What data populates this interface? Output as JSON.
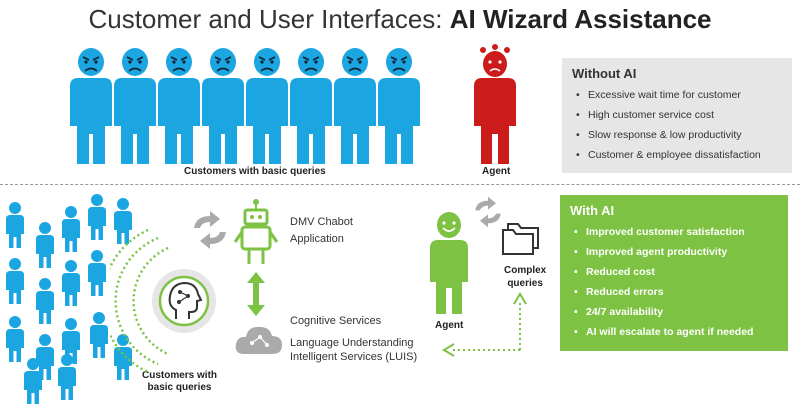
{
  "title": {
    "prefix": "Customer and User Interfaces: ",
    "highlight": "AI Wizard Assistance"
  },
  "top": {
    "customers_caption": "Customers with basic queries",
    "agent_caption": "Agent"
  },
  "without_ai": {
    "heading": "Without AI",
    "items": [
      "Excessive wait time for customer",
      "High customer service cost",
      "Slow response & low productivity",
      "Customer & employee dissatisfaction"
    ]
  },
  "bottom": {
    "chatbot_label_1": "DMV Chabot",
    "chatbot_label_2": "Application",
    "cognitive_label": "Cognitive Services",
    "luis_label_1": "Language Understanding",
    "luis_label_2": "Intelligent Services (LUIS)",
    "customers_caption_1": "Customers with",
    "customers_caption_2": "basic queries",
    "agent_caption": "Agent",
    "complex_1": "Complex",
    "complex_2": "queries"
  },
  "with_ai": {
    "heading": "With AI",
    "items": [
      "Improved customer satisfaction",
      "Improved agent productivity",
      "Reduced cost",
      "Reduced errors",
      "24/7 availability",
      "AI will escalate to agent if needed"
    ]
  },
  "colors": {
    "customer_blue": "#1ba6e1",
    "agent_red": "#cc1b1b",
    "ai_green": "#7dc242",
    "panel_gray": "#e6e6e6"
  }
}
